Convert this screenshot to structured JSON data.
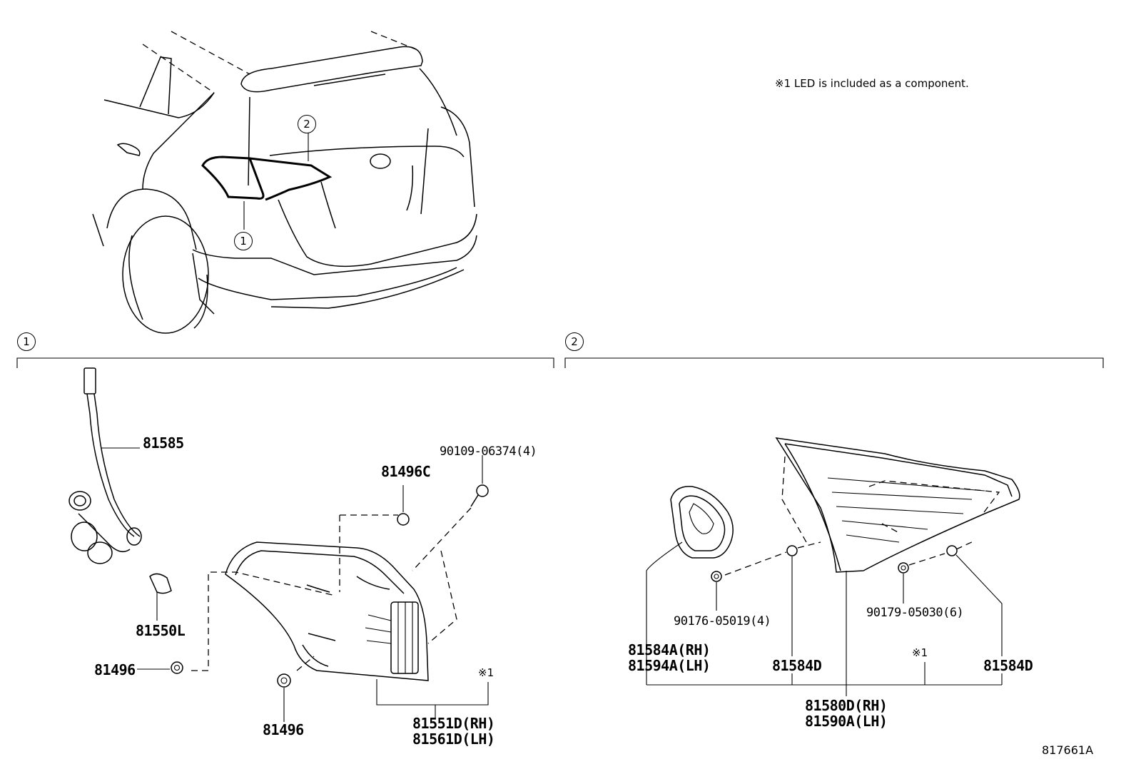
{
  "note": "※1 LED is included as a component.",
  "callouts": {
    "one": "1",
    "two": "2"
  },
  "section_markers": {
    "one": "1",
    "two": "2"
  },
  "parts_left": {
    "p81585": "81585",
    "p81550L": "81550L",
    "p81496_a": "81496",
    "p81496_b": "81496",
    "p81496C": "81496C",
    "p90109": "90109-06374(4)",
    "p81551D": "81551D(RH)",
    "p81561D": "81561D(LH)",
    "led_mark": "※1"
  },
  "parts_right": {
    "p81584A": "81584A(RH)",
    "p81594A": "81594A(LH)",
    "p81584D_a": "81584D",
    "p81584D_b": "81584D",
    "p90176": "90176-05019(4)",
    "p90179": "90179-05030(6)",
    "p81580D": "81580D(RH)",
    "p81590A": "81590A(LH)",
    "led_mark": "※1"
  },
  "ref_code": "817661A"
}
